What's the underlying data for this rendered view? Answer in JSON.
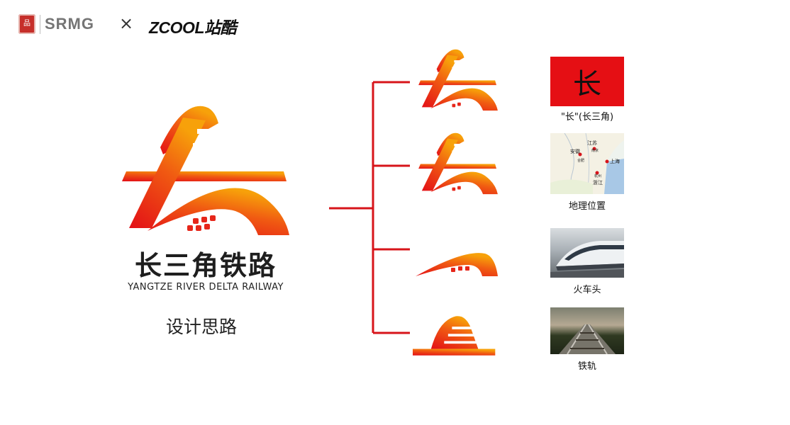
{
  "header": {
    "seal_text": "品",
    "srmg": "SRMG",
    "times": "×",
    "zcool": "ZCOOL站酷"
  },
  "logo": {
    "name_cn": "长三角铁路",
    "name_en": "YANGTZE RIVER DELTA RAILWAY",
    "design_label": "设计思路"
  },
  "colors": {
    "brand_orange": "#f7a10a",
    "brand_red": "#e30f17",
    "connector_red": "#d7141a"
  },
  "references": [
    {
      "caption": "\"长\"(长三角)",
      "box_char": "长"
    },
    {
      "caption": "地理位置",
      "map_labels": [
        "江苏",
        "南京",
        "安徽",
        "合肥",
        "上海",
        "杭州",
        "浙江"
      ]
    },
    {
      "caption": "火车头"
    },
    {
      "caption": "铁轨"
    }
  ]
}
